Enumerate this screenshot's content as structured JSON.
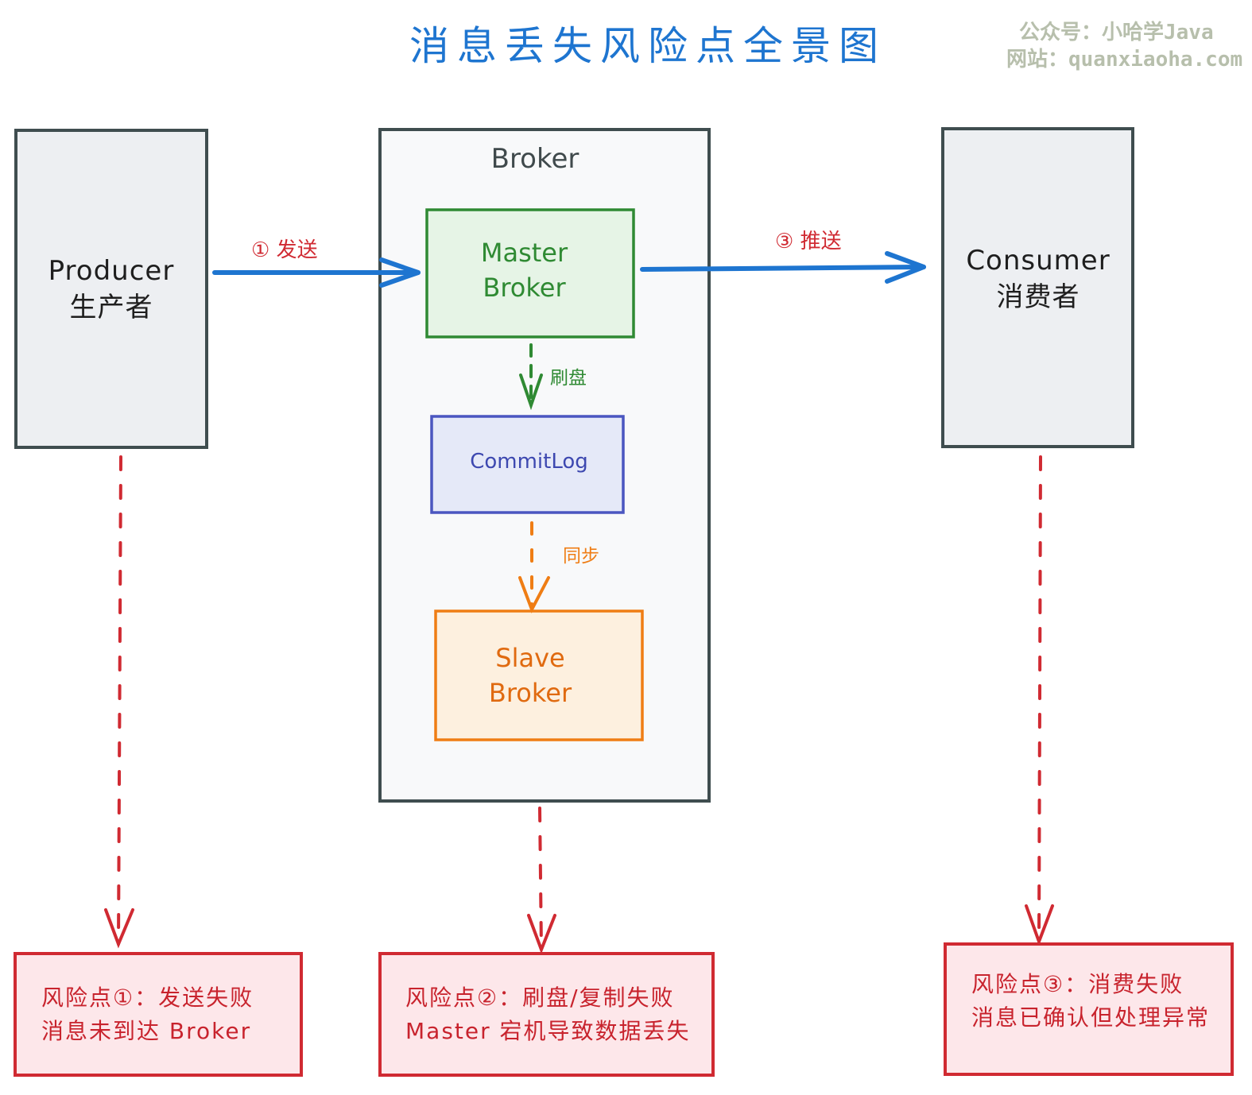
{
  "title": "消息丢失风险点全景图",
  "watermark": {
    "line1": "公众号：小哈学Java",
    "line2": "网站：quanxiaoha.com"
  },
  "colors": {
    "title": "#1e75d0",
    "flow_arrow": "#1e75d0",
    "risk": "#d02a32",
    "master": "#2f8a33",
    "commitlog": "#4a56c0",
    "slave": "#ef7d14",
    "frame": "#3f4d4f"
  },
  "nodes": {
    "producer": {
      "line1": "Producer",
      "line2": "生产者"
    },
    "broker": {
      "title": "Broker"
    },
    "master": {
      "line1": "Master",
      "line2": "Broker"
    },
    "commitlog": {
      "label": "CommitLog"
    },
    "slave": {
      "line1": "Slave",
      "line2": "Broker"
    },
    "consumer": {
      "line1": "Consumer",
      "line2": "消费者"
    }
  },
  "edges": {
    "send": {
      "label": "① 发送"
    },
    "push": {
      "label": "③ 推送"
    },
    "flush": {
      "label": "刷盘"
    },
    "sync": {
      "label": "同步"
    }
  },
  "risks": [
    {
      "line1": "风险点①：发送失败",
      "line2": "消息未到达 Broker"
    },
    {
      "line1": "风险点②：刷盘/复制失败",
      "line2": "Master 宕机导致数据丢失"
    },
    {
      "line1": "风险点③：消费失败",
      "line2": "消息已确认但处理异常"
    }
  ]
}
